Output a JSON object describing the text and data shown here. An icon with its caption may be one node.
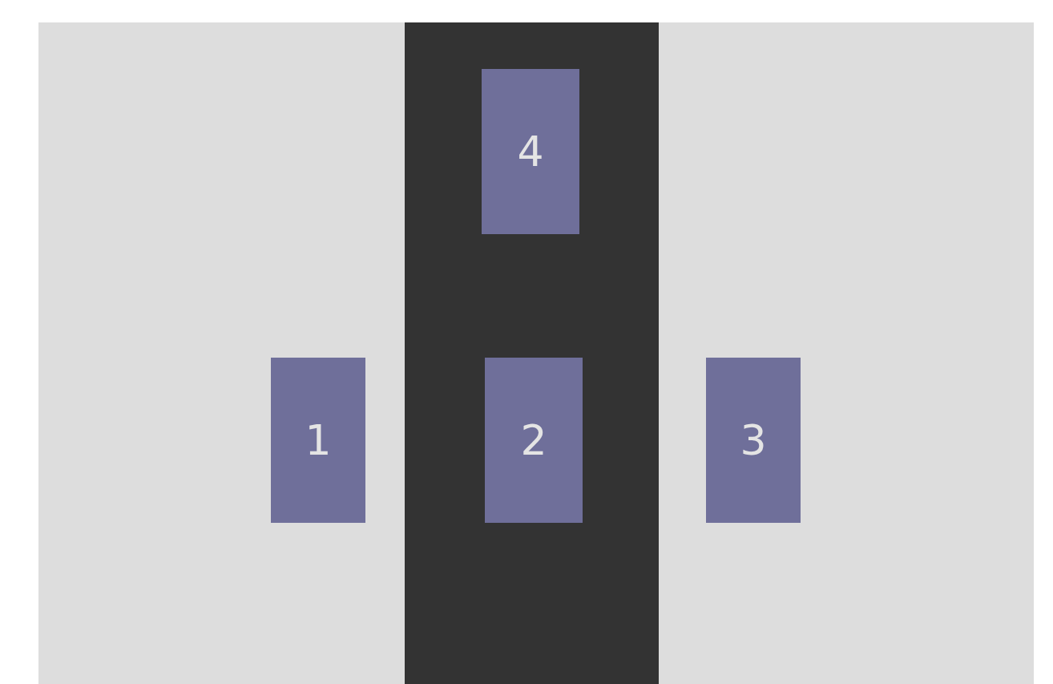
{
  "diagram": {
    "nodes": [
      {
        "text": [],
        "shape": "bar"
      },
      {
        "text": [
          "4"
        ],
        "in": 0
      },
      {
        "text": [
          "1"
        ]
      },
      {
        "text": [
          "2"
        ],
        "in": 0
      },
      {
        "text": [
          "3"
        ]
      }
    ]
  }
}
